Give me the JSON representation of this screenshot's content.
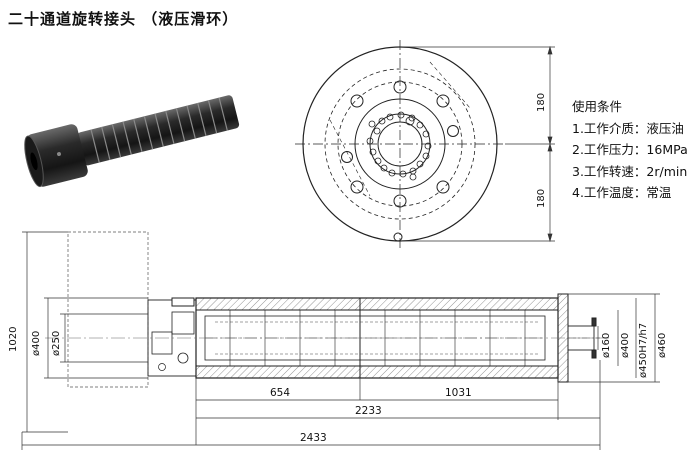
{
  "title": "二十通道旋转接头 （液压滑环）",
  "conditions": {
    "heading": "使用条件",
    "items": [
      "1.工作介质：液压油",
      "2.工作压力：16MPa",
      "3.工作转速：2r/min",
      "4.工作温度：常温"
    ]
  },
  "dims": {
    "top_180_upper": "180",
    "top_180_lower": "180",
    "d1020": "1020",
    "d400_left": "ø400",
    "d250": "ø250",
    "d654": "654",
    "d1031": "1031",
    "d2233": "2233",
    "d2433": "2433",
    "d160": "ø160",
    "d400_right": "ø400",
    "d450": "ø450H7/h7",
    "d460": "ø460"
  }
}
